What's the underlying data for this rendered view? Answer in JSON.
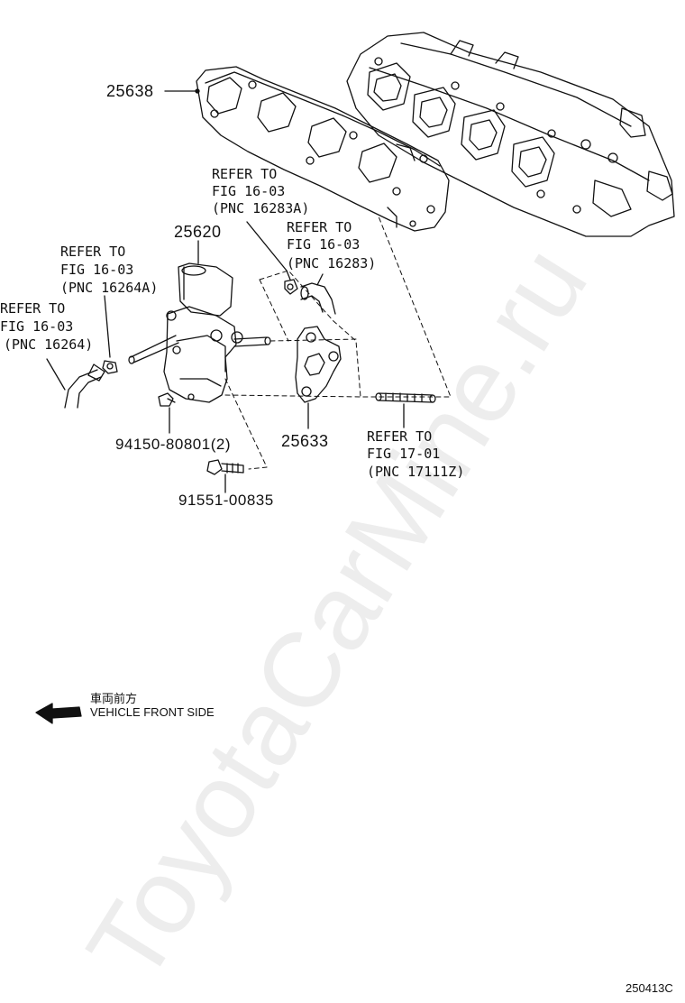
{
  "watermark": "ToyotaCarMine.ru",
  "figure_id": "250413C",
  "parts": {
    "p25638": "25638",
    "p25620": "25620",
    "p25633": "25633",
    "p94150": "94150-80801(2)",
    "p91551": "91551-00835"
  },
  "refs": {
    "r16283a": {
      "line1": "REFER TO",
      "line2": "FIG 16-03",
      "line3": "(PNC 16283A)"
    },
    "r16283": {
      "line1": "REFER TO",
      "line2": "FIG 16-03",
      "line3": "(PNC 16283)"
    },
    "r16264a": {
      "line1": "REFER TO",
      "line2": "FIG 16-03",
      "line3": "(PNC 16264A)"
    },
    "r16264": {
      "line1": "REFER TO",
      "line2": "FIG 16-03",
      "line3": "(PNC 16264)"
    },
    "r17111z": {
      "line1": "REFER TO",
      "line2": "FIG 17-01",
      "line3": "(PNC 17111Z)"
    }
  },
  "front": {
    "jp": "車両前方",
    "en": "VEHICLE FRONT SIDE"
  }
}
